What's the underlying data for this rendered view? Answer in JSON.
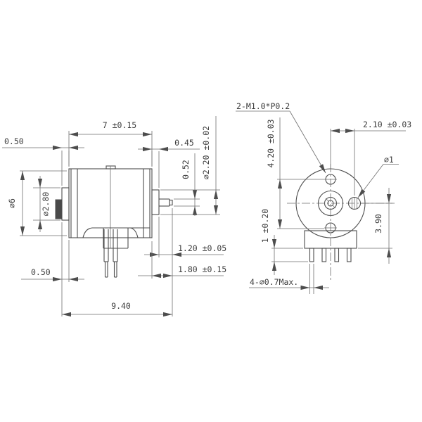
{
  "drawing": {
    "type": "engineering-drawing",
    "subject": "miniature stepper motor, side view and front view",
    "side_view": {
      "dim_body_length": "7 ±0.15",
      "dim_rear_boss_top": "0.50",
      "dim_front_boss": "0.45",
      "dim_shaft_dia": "0.52",
      "dim_boss_dia": "∅2.20 ±0.02",
      "dim_body_dia": "∅6",
      "dim_rear_bearing_dia": "∅2.80",
      "dim_rear_boss_bottom": "0.50",
      "dim_shaft_length": "1.20 ±0.05",
      "dim_front_total": "1.80 ±0.15",
      "dim_overall_length": "9.40"
    },
    "front_view": {
      "note_screw_holes": "2-M1.0*P0.2",
      "dim_hole_offset": "2.10 ±0.03",
      "dim_screw_spacing": "4.20 ±0.03",
      "dim_hole_dia": "∅1",
      "dim_mount_height": "3.90",
      "dim_pin_step": "1 ±0.20",
      "note_pins": "4-∅0.7Max."
    },
    "colors": {
      "line": "#4d4d4d",
      "background": "#ffffff"
    }
  }
}
